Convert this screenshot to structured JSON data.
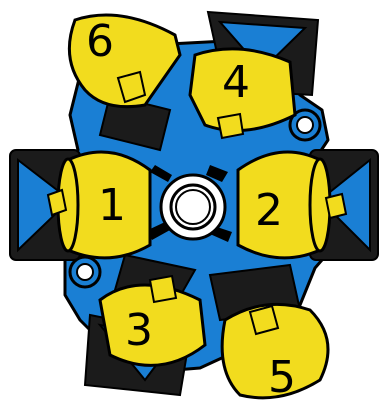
{
  "colors": {
    "plate": "#1a7fd4",
    "outline": "#000000",
    "actuator": "#f2dc1e",
    "bracket": "#1b1b1b",
    "hole": "#ffffff"
  },
  "actuators": [
    {
      "label": "1"
    },
    {
      "label": "2"
    },
    {
      "label": "3"
    },
    {
      "label": "4"
    },
    {
      "label": "5"
    },
    {
      "label": "6"
    }
  ]
}
